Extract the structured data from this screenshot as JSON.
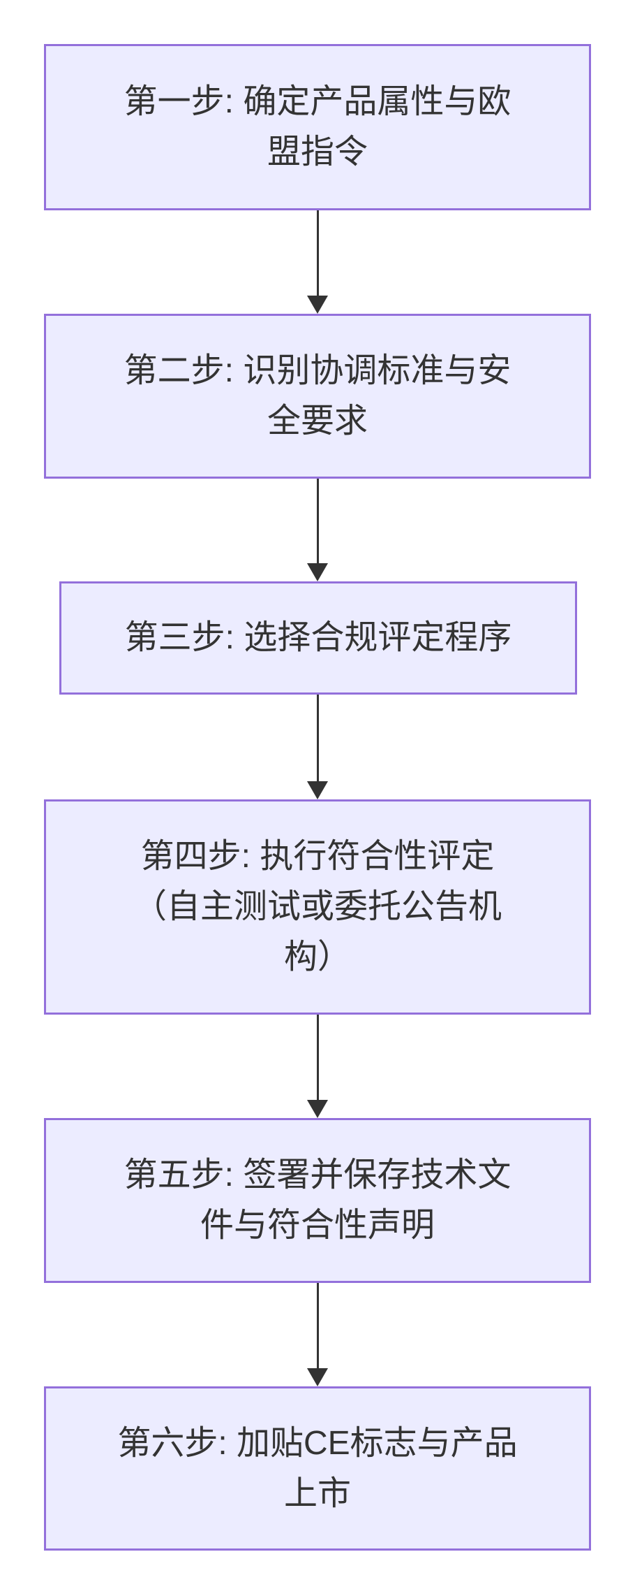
{
  "colors": {
    "background": "#ffffff",
    "node_fill": "#ECECFF",
    "node_border": "#9370DB",
    "arrow": "#333333",
    "text": "#333333"
  },
  "flowchart": {
    "steps": [
      {
        "text": "第一步: 确定产品属性与欧\n盟指令"
      },
      {
        "text": "第二步: 识别协调标准与安\n全要求"
      },
      {
        "text": "第三步: 选择合规评定程序"
      },
      {
        "text": "第四步: 执行符合性评定\n（自主测试或委托公告机\n构）"
      },
      {
        "text": "第五步: 签署并保存技术文\n件与符合性声明"
      },
      {
        "text": "第六步: 加贴CE标志与产品\n上市"
      }
    ]
  }
}
